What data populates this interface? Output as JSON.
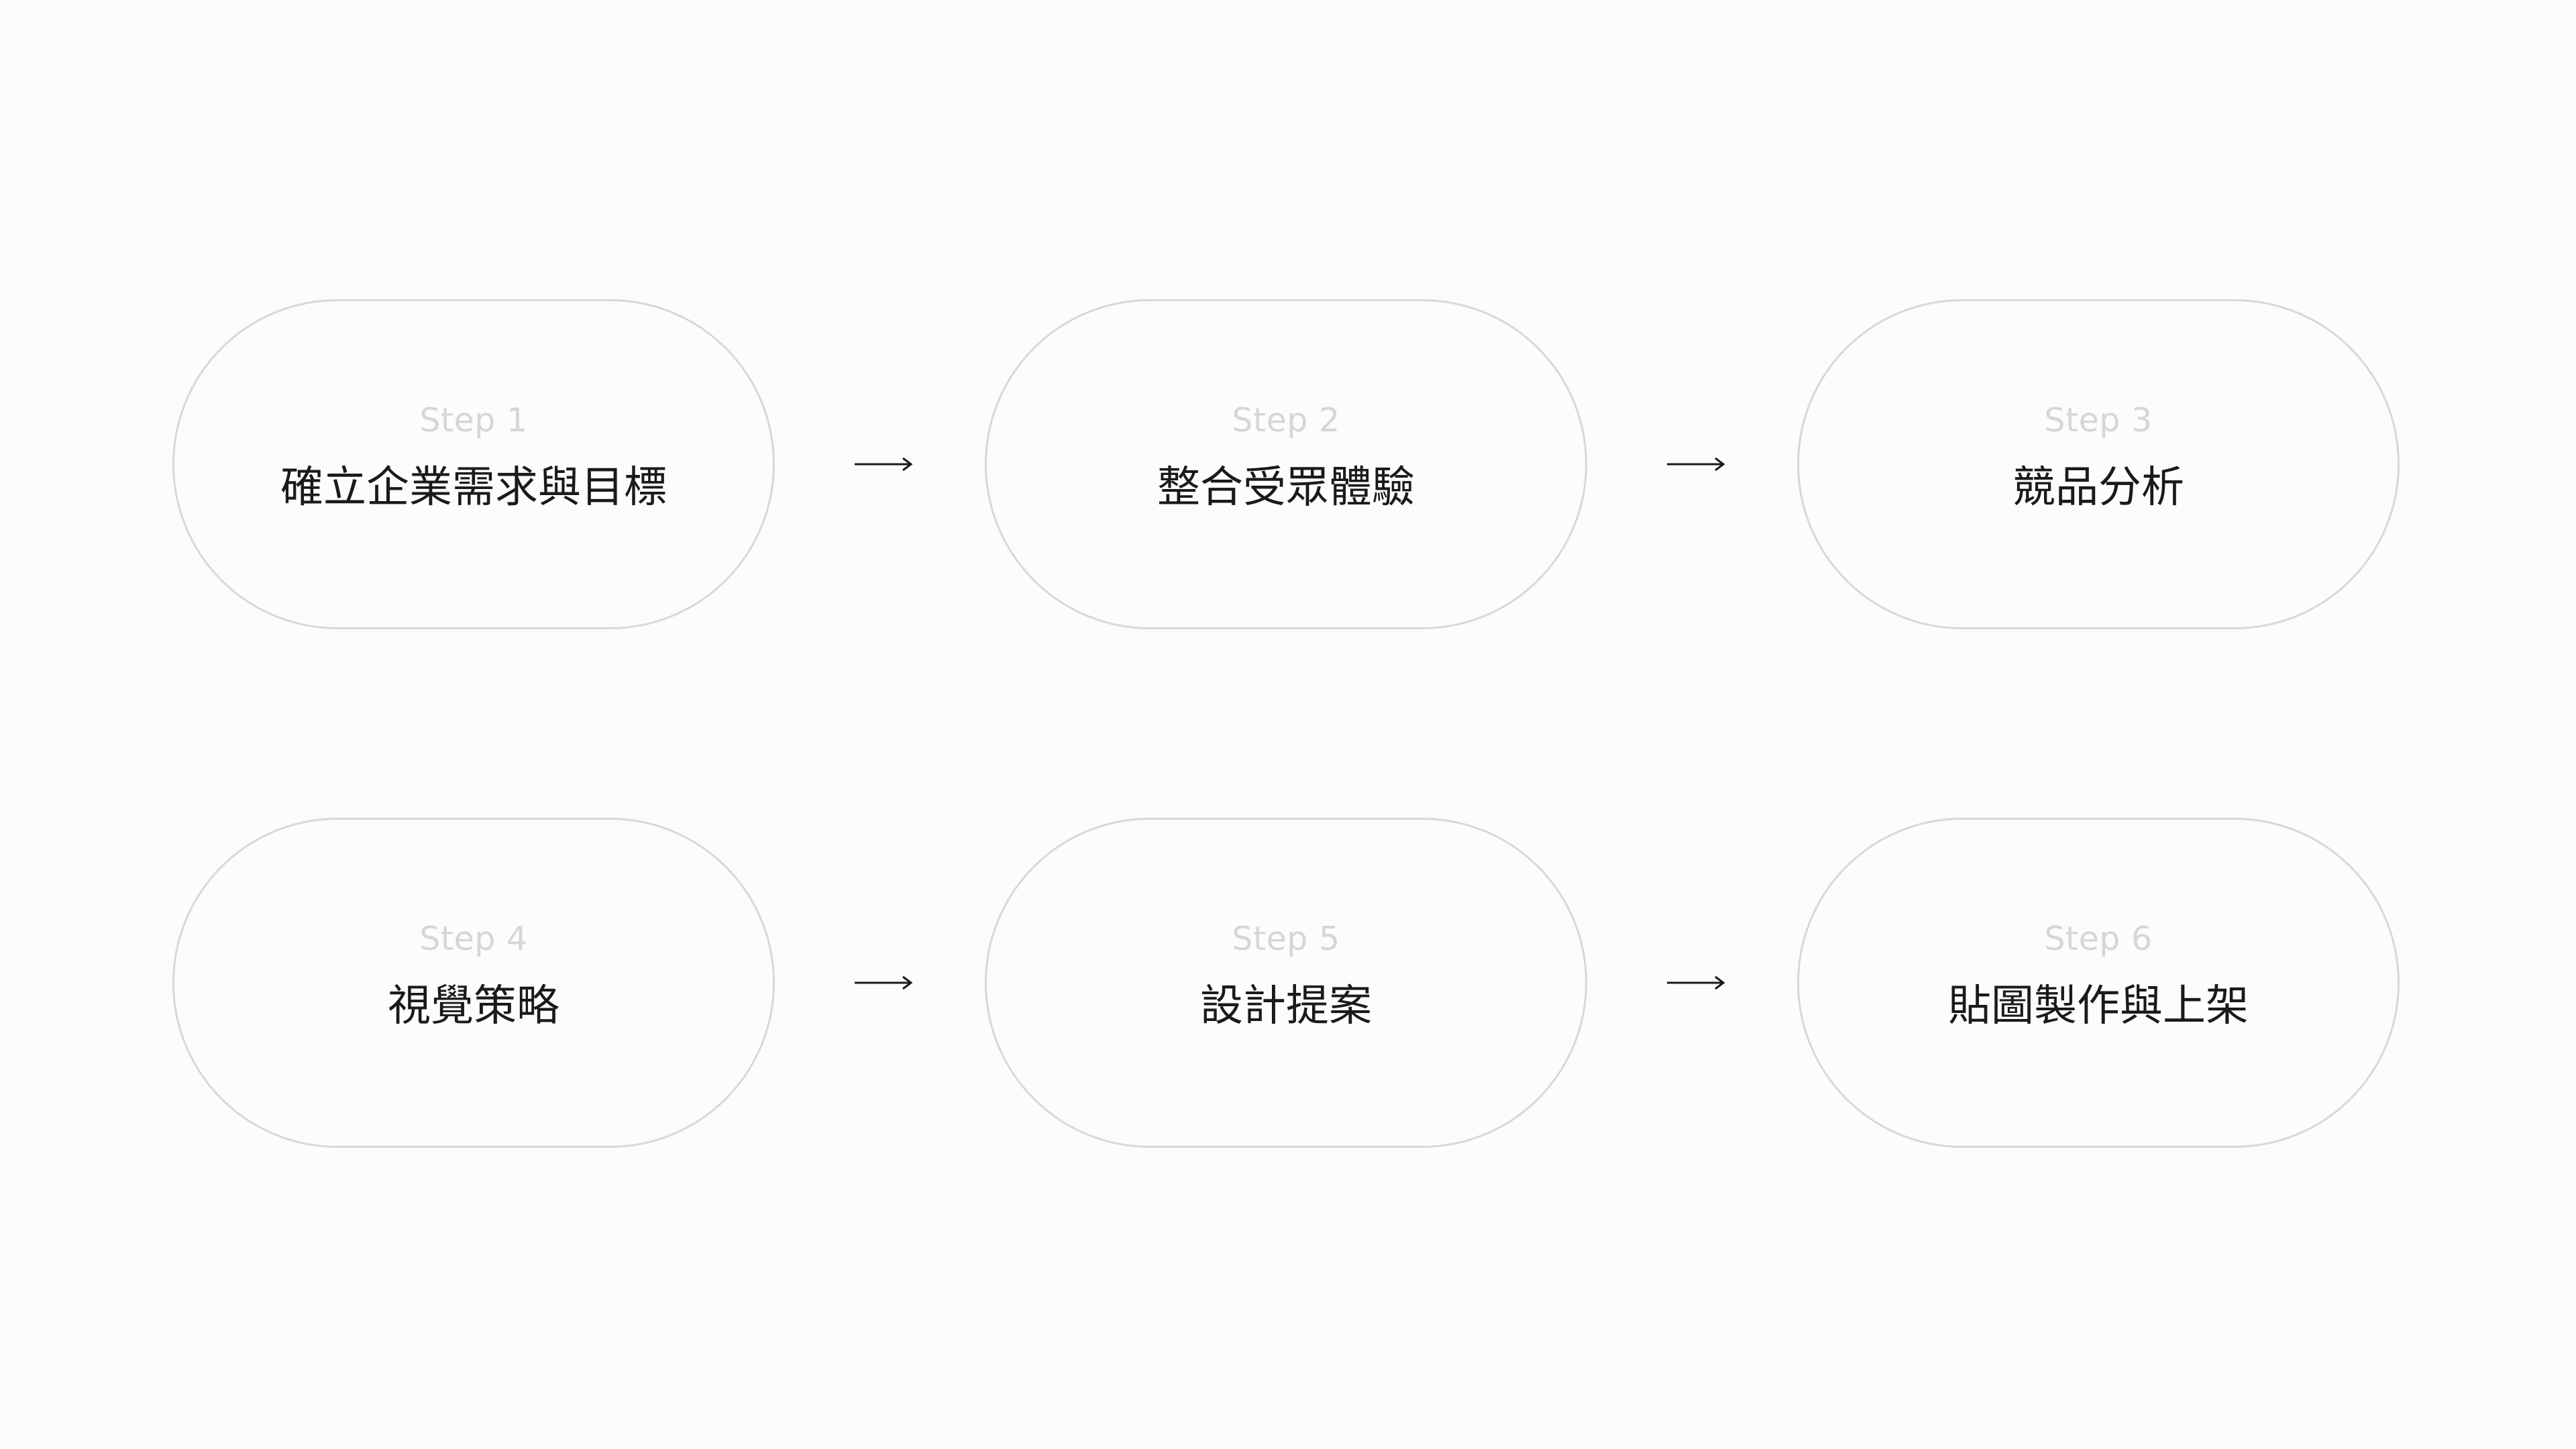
{
  "steps": [
    {
      "label": "Step 1",
      "title": "確立企業需求與目標"
    },
    {
      "label": "Step 2",
      "title": "整合受眾體驗"
    },
    {
      "label": "Step 3",
      "title": "競品分析"
    },
    {
      "label": "Step 4",
      "title": "視覺策略"
    },
    {
      "label": "Step 5",
      "title": "設計提案"
    },
    {
      "label": "Step 6",
      "title": "貼圖製作與上架"
    }
  ],
  "colors": {
    "background": "#fcfcfc",
    "pill_border": "#d8d8d8",
    "step_label": "#d6d6d6",
    "step_title": "#1a1a1a",
    "arrow": "#1a1a1a"
  },
  "icons": {
    "connector": "arrow-right-icon"
  }
}
